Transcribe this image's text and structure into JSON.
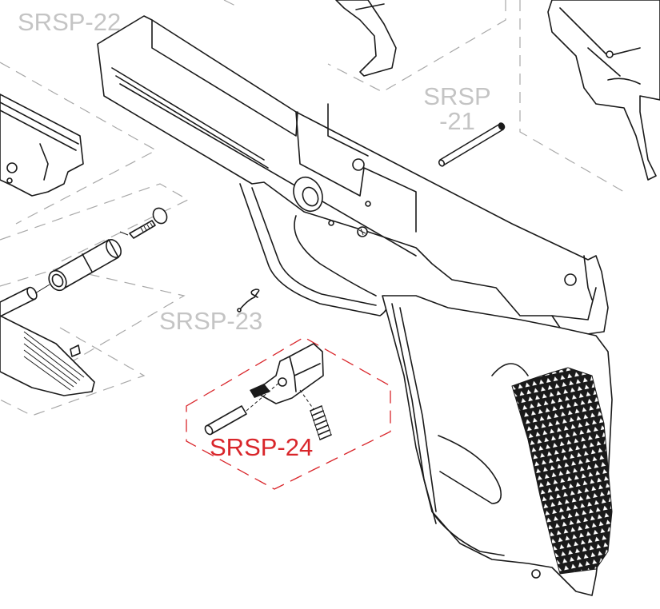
{
  "diagram": {
    "title": "Exploded parts diagram – pistol frame",
    "colors": {
      "line": "#1a1a1a",
      "label_grey": "#c4c4c4",
      "callout_red": "#d9262b",
      "dashed_grey": "#a8a8a8",
      "background": "#ffffff"
    },
    "labels": {
      "srsp22": "SRSP-22",
      "srsp21_line1": "SRSP",
      "srsp21_line2": "-21",
      "srsp23": "SRSP-23",
      "srsp24": "SRSP-24"
    },
    "parts": [
      {
        "id": "SRSP-21",
        "description": "pin",
        "highlighted": false
      },
      {
        "id": "SRSP-22",
        "description": "slide release / lever assembly",
        "highlighted": false
      },
      {
        "id": "SRSP-23",
        "description": "wire spring clip",
        "highlighted": false
      },
      {
        "id": "SRSP-24",
        "description": "sear block with pin and coil spring",
        "highlighted": true
      }
    ]
  }
}
